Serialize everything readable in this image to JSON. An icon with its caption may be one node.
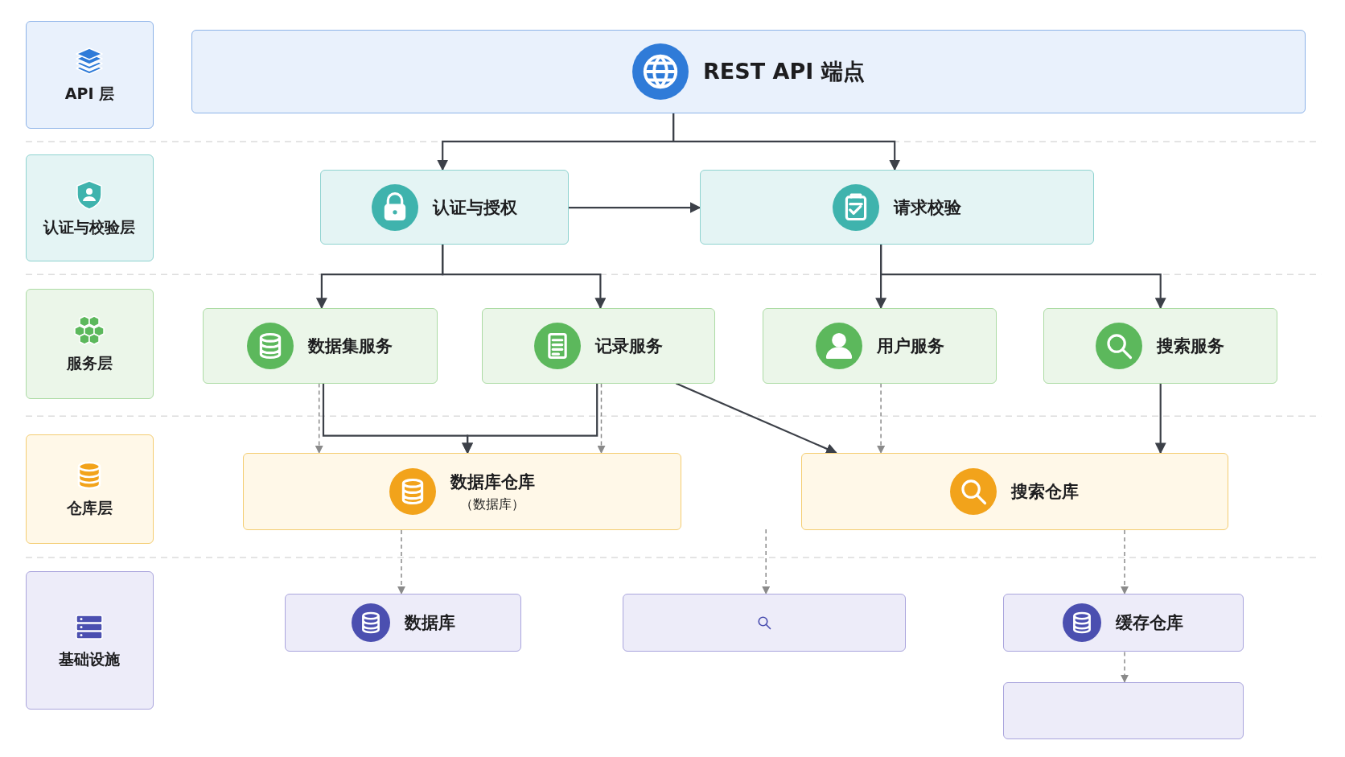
{
  "diagram": {
    "nodes": [
      {
        "text": [
          "API 层"
        ]
      },
      {
        "text": [
          "REST API 端点"
        ]
      },
      {
        "text": [
          "认证与校验层"
        ]
      },
      {
        "text": [
          "认证与授权"
        ]
      },
      {
        "text": [
          "请求校验"
        ]
      },
      {
        "text": [
          "服务层"
        ]
      },
      {
        "text": [
          "数据集服务"
        ]
      },
      {
        "text": [
          "记录服务"
        ]
      },
      {
        "text": [
          "用户服务"
        ]
      },
      {
        "text": [
          "搜索服务"
        ]
      },
      {
        "text": [
          "仓库层"
        ]
      },
      {
        "text": [
          "数据库仓库",
          "（数据库）"
        ]
      },
      {
        "text": [
          "搜索仓库"
        ]
      },
      {
        "text": [
          "基础设施"
        ]
      },
      {
        "text": [
          "数据库"
        ]
      },
      {
        "text": [],
        "shape": "box"
      },
      {
        "text": [
          "缓存仓库"
        ]
      },
      {
        "text": [],
        "shape": "box"
      }
    ],
    "edges": [
      {
        "from": 1,
        "to": 3,
        "arrow": "to"
      },
      {
        "from": 1,
        "to": 4,
        "arrow": "to"
      },
      {
        "from": 3,
        "to": 4,
        "arrow": "to"
      },
      {
        "from": 3,
        "to": 6,
        "arrow": "to"
      },
      {
        "from": 3,
        "to": 7,
        "arrow": "to"
      },
      {
        "from": 4,
        "to": 8,
        "arrow": "to"
      },
      {
        "from": 4,
        "to": 9,
        "arrow": "to"
      },
      {
        "from": 6,
        "to": 11,
        "arrow": "to"
      },
      {
        "from": 7,
        "to": 11,
        "arrow": "to"
      },
      {
        "from": 6,
        "to": 11,
        "arrow": "to",
        "style": "dashed",
        "color": "#8a8a8a"
      },
      {
        "from": 7,
        "to": 11,
        "arrow": "to",
        "style": "dashed",
        "color": "#8a8a8a"
      },
      {
        "from": 7,
        "to": 12,
        "arrow": "to"
      },
      {
        "from": 8,
        "to": 12,
        "arrow": "to",
        "style": "dashed",
        "color": "#8a8a8a"
      },
      {
        "from": 9,
        "to": 12,
        "arrow": "to"
      },
      {
        "from": 11,
        "to": 14,
        "arrow": "to",
        "style": "dashed",
        "color": "#8a8a8a"
      },
      {
        "from": null,
        "to": 15,
        "arrow": "to",
        "style": "dashed",
        "color": "#8a8a8a"
      },
      {
        "from": 12,
        "to": 16,
        "arrow": "to",
        "style": "dashed",
        "color": "#8a8a8a"
      },
      {
        "from": 16,
        "to": 17,
        "arrow": "to",
        "style": "dashed",
        "color": "#8a8a8a"
      }
    ]
  }
}
